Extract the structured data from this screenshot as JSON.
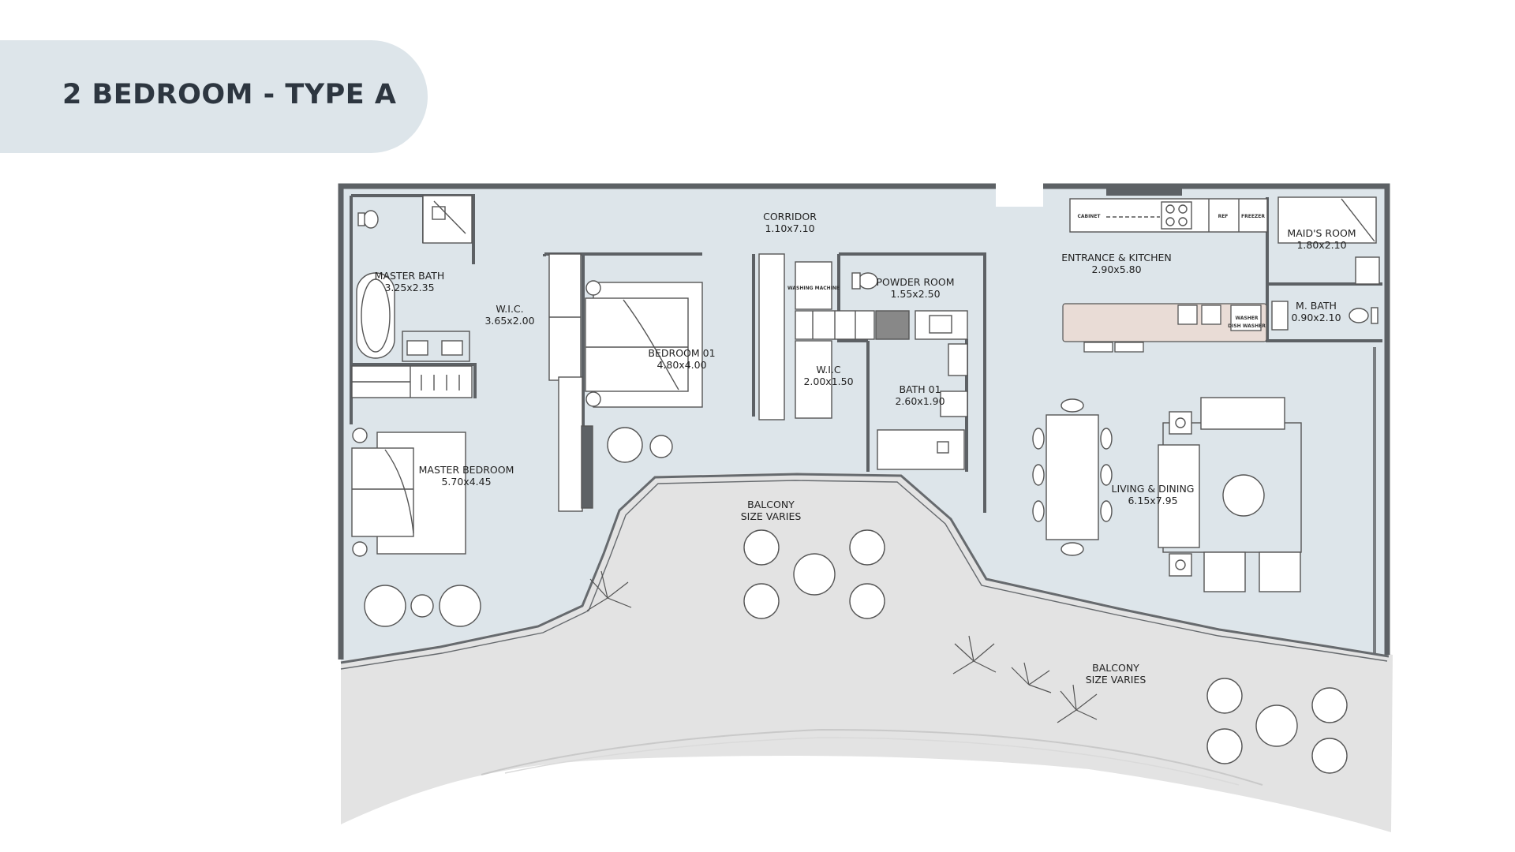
{
  "header": {
    "title": "2 BEDROOM - TYPE A"
  },
  "colors": {
    "title_bg": "#dde5ea",
    "title_text": "#2d3640",
    "interior": "#dde5ea",
    "balcony": "#e3e3e3",
    "wall": "#5d6165",
    "island": "#e9dcd6",
    "bed": "#ffffff"
  },
  "rooms": {
    "corridor": {
      "name": "CORRIDOR",
      "size": "1.10x7.10"
    },
    "master_bath": {
      "name": "MASTER BATH",
      "size": "3.25x2.35"
    },
    "wic_master": {
      "name": "W.I.C.",
      "size": "3.65x2.00"
    },
    "bedroom_01": {
      "name": "BEDROOM 01",
      "size": "4.80x4.00"
    },
    "wic_02": {
      "name": "W.I.C",
      "size": "2.00x1.50"
    },
    "powder_room": {
      "name": "POWDER ROOM",
      "size": "1.55x2.50"
    },
    "bath_01": {
      "name": "BATH 01",
      "size": "2.60x1.90"
    },
    "master_bedroom": {
      "name": "MASTER BEDROOM",
      "size": "5.70x4.45"
    },
    "entrance_kitchen": {
      "name": "ENTRANCE & KITCHEN",
      "size": "2.90x5.80"
    },
    "maids_room": {
      "name": "MAID'S ROOM",
      "size": "1.80x2.10"
    },
    "m_bath": {
      "name": "M. BATH",
      "size": "0.90x2.10"
    },
    "living_dining": {
      "name": "LIVING & DINING",
      "size": "6.15x7.95"
    },
    "balcony_1": {
      "name": "BALCONY",
      "size": "SIZE VARIES"
    },
    "balcony_2": {
      "name": "BALCONY",
      "size": "SIZE VARIES"
    }
  },
  "appliances": {
    "cabinet": "CABINET",
    "ref": "REF",
    "freezer": "FREEZER",
    "dish_washer": "DISH WASHER",
    "washer": "WASHER",
    "washing_machine": "WASHING MACHINE"
  }
}
